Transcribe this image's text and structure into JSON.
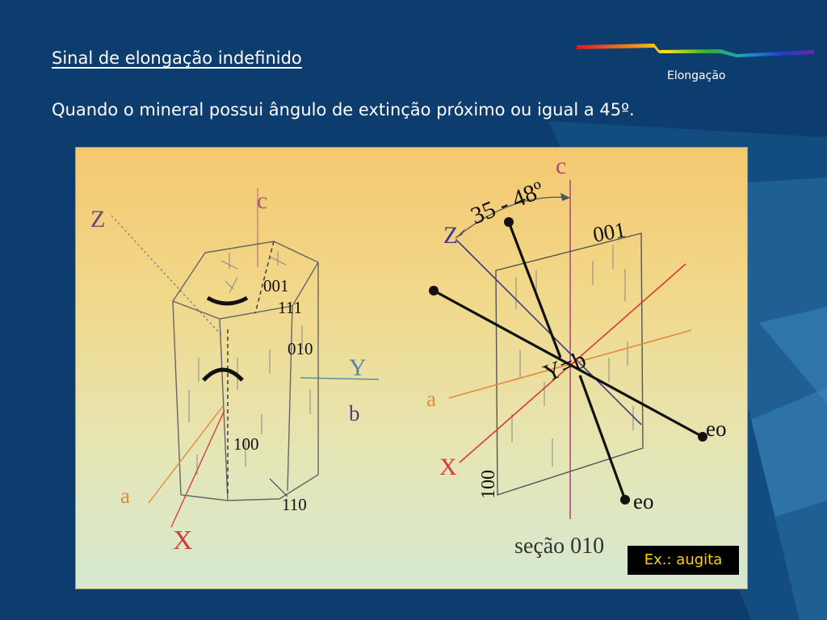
{
  "slide": {
    "title": "Sinal de elongação indefinido",
    "subtitle": "Quando o mineral possui ângulo de extinção próximo ou igual a 45º.",
    "rainbow_caption": "Elongação",
    "colors": {
      "background": "#0c3d6e",
      "text": "#ffffff",
      "example_badge_bg": "#000000",
      "example_badge_text": "#ffd200"
    }
  },
  "figure": {
    "crystal": {
      "labels": {
        "c": "c",
        "z": "Z",
        "y": "Y",
        "b": "b",
        "a": "a",
        "x": "X",
        "face_001": "001",
        "face_111": "111",
        "face_010": "010",
        "face_100": "100",
        "face_110": "110"
      }
    },
    "section": {
      "labels": {
        "c": "c",
        "angle": "35 - 48º",
        "z": "Z",
        "face_001": "001",
        "yb": "Y=b",
        "a": "a",
        "x": "X",
        "face_100": "100",
        "eo_right": "eo",
        "eo_bottom": "eo",
        "caption": "seção 010"
      }
    },
    "example": "Ex.: augita"
  }
}
